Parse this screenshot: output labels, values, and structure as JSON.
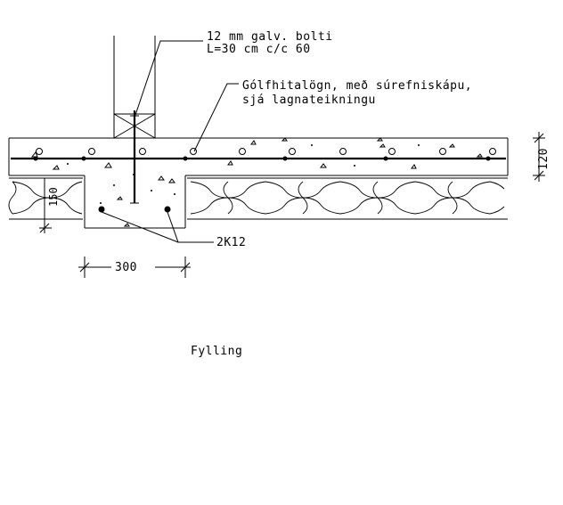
{
  "labels": {
    "bolt_line1": "12 mm galv. bolti",
    "bolt_line2": "L=30 cm c/c 60",
    "pipe_line1": "Gólfhitalögn, með súrefniskápu,",
    "pipe_line2": "sjá lagnateikningu",
    "rebar": "2K12",
    "fill": "Fylling"
  },
  "dimensions": {
    "slab_thickness": "120",
    "beam_width": "300",
    "beam_depth": "150"
  }
}
